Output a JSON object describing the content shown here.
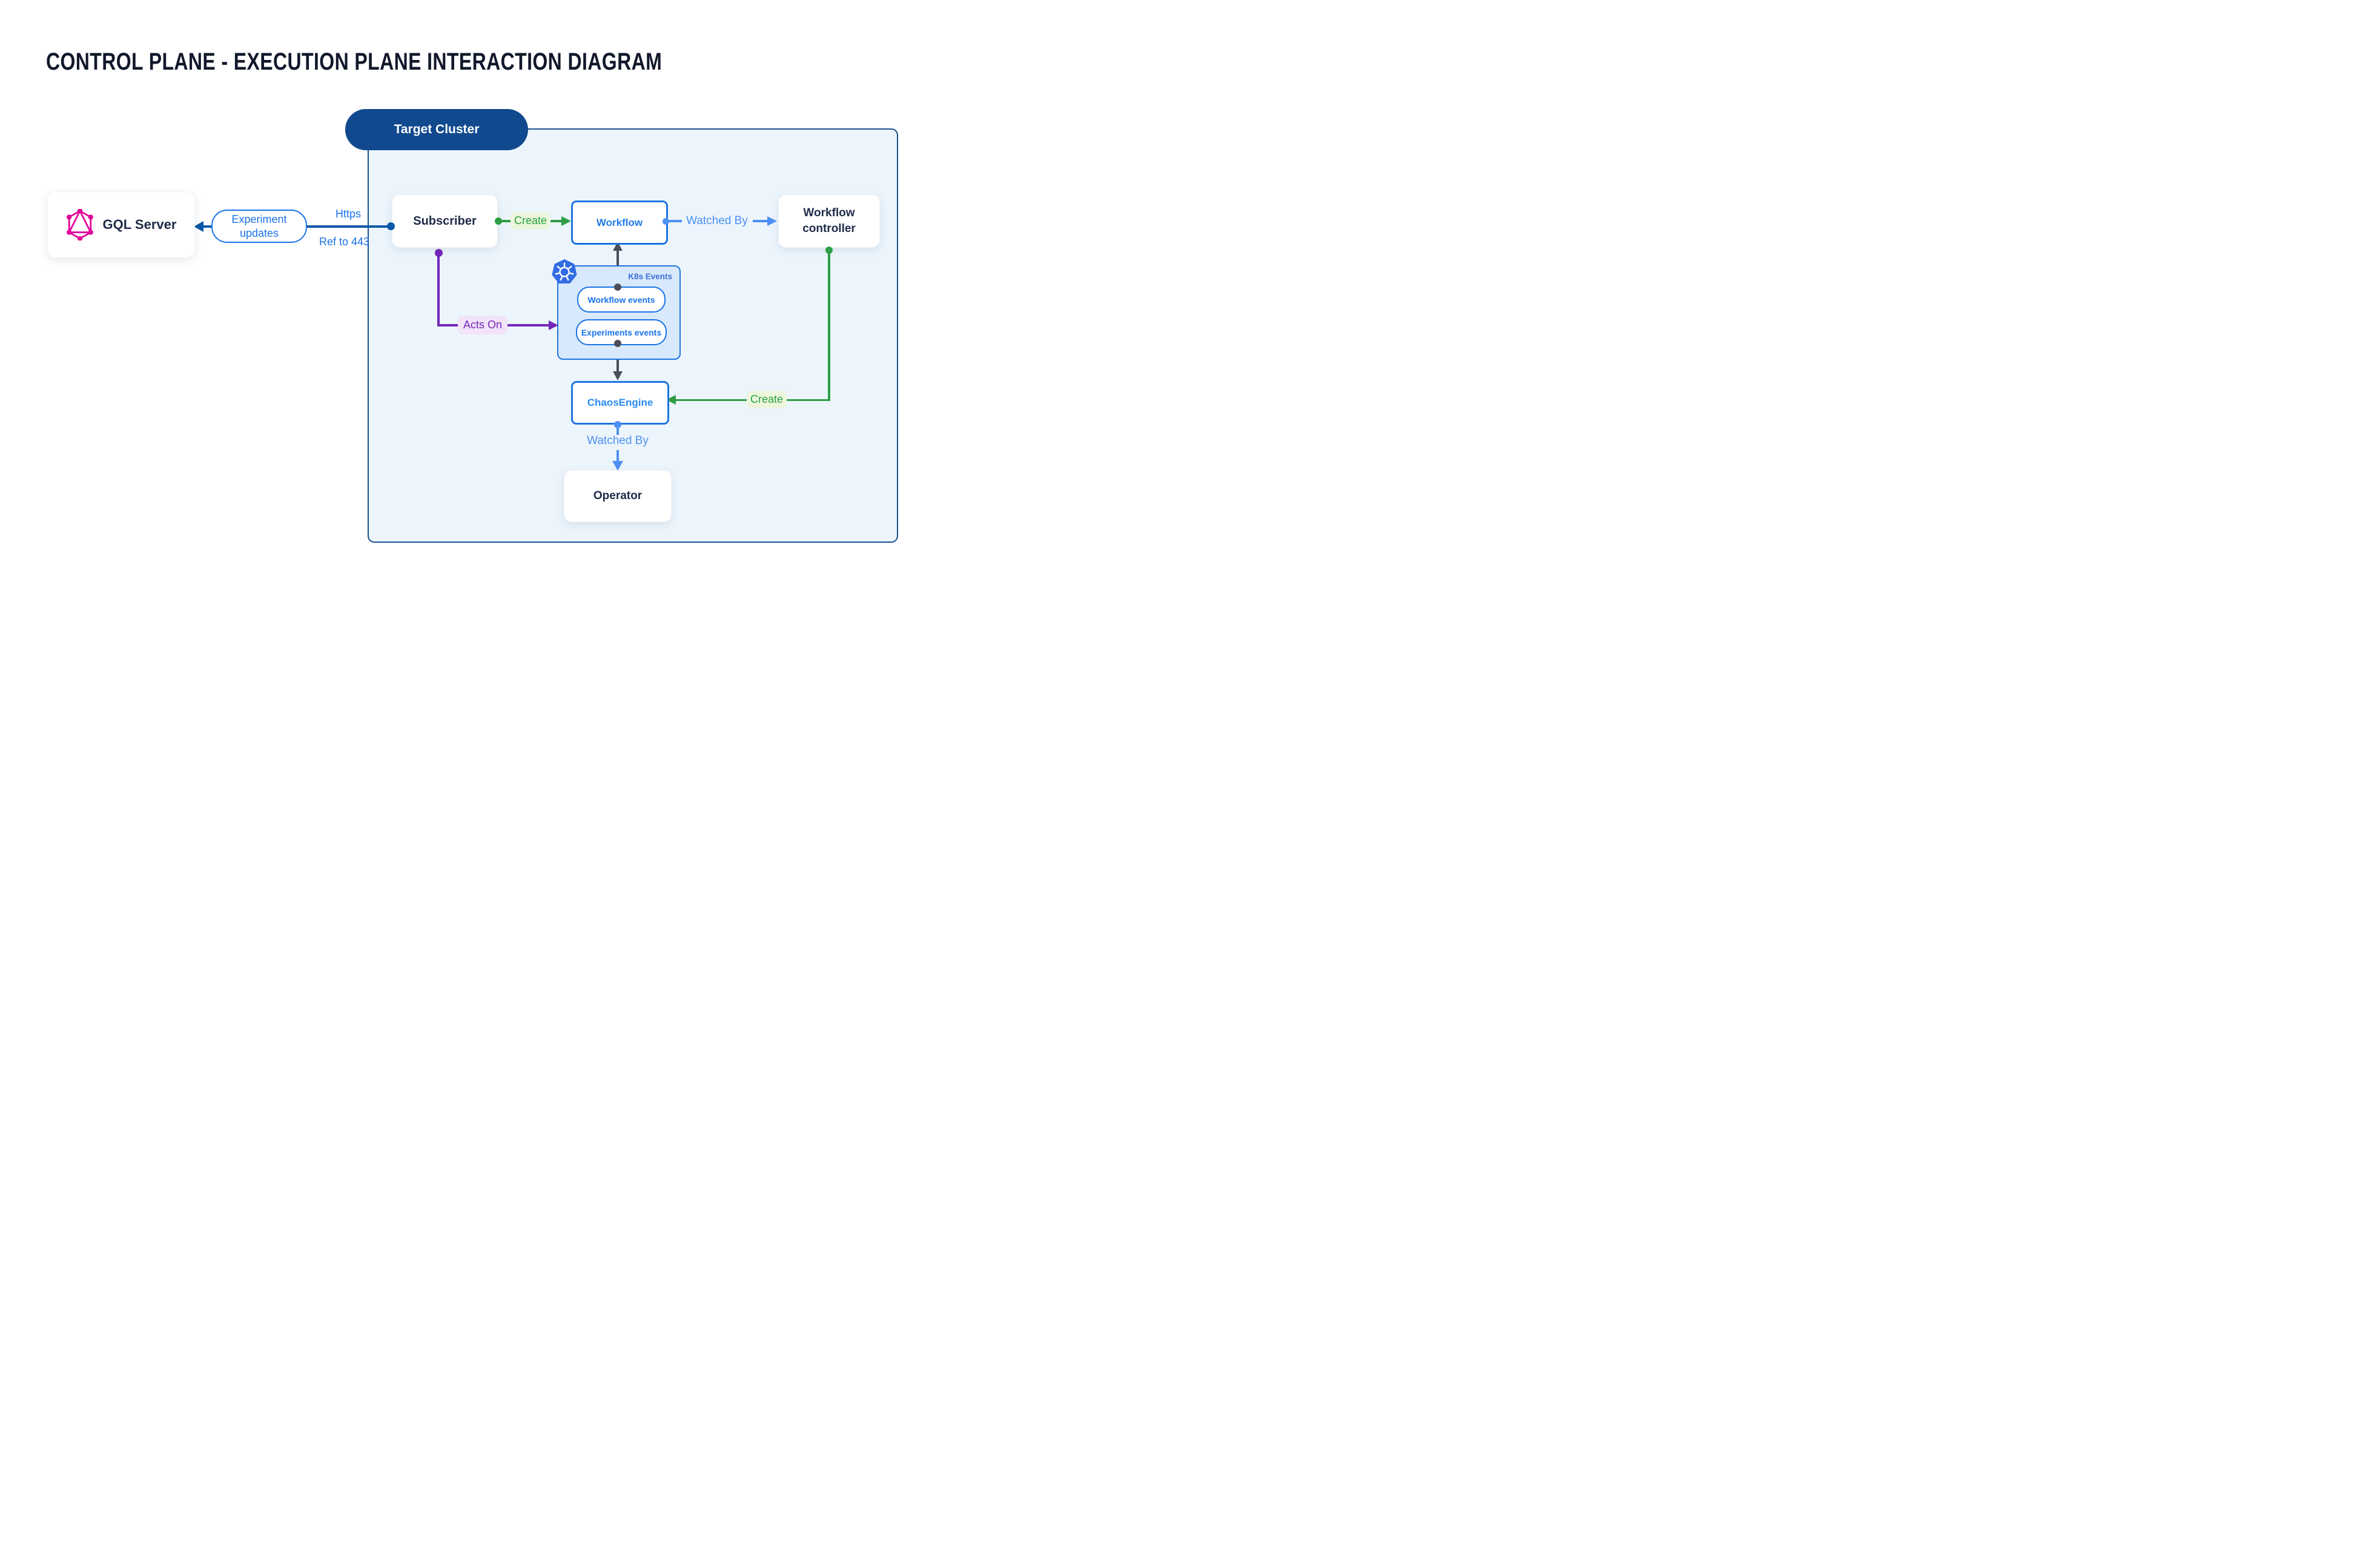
{
  "title": "CONTROL PLANE - EXECUTION PLANE INTERACTION DIAGRAM",
  "cluster": {
    "label": "Target Cluster"
  },
  "nodes": {
    "gql_server": {
      "label": "GQL Server",
      "icon": "graphql-icon"
    },
    "subscriber": {
      "label": "Subscriber"
    },
    "workflow": {
      "label": "Workflow"
    },
    "workflow_controller": {
      "label": "Workflow controller"
    },
    "chaos_engine": {
      "label": "ChaosEngine"
    },
    "operator": {
      "label": "Operator"
    },
    "k8s_events": {
      "label": "K8s Events",
      "icon": "kubernetes-icon",
      "pills": {
        "workflow_events": "Workflow events",
        "experiments_events": "Experiments events"
      }
    }
  },
  "edges": {
    "experiment_updates": "Experiment updates",
    "https": "Https",
    "ref_443": "Ref to 443",
    "create_workflow": "Create",
    "watched_by_workflow": "Watched By",
    "acts_on": "Acts On",
    "create_chaos": "Create",
    "watched_by_chaos": "Watched By"
  },
  "colors": {
    "blue": "#1a73e8",
    "dark_blue": "#0b58a8",
    "light_blue": "#4f90f4",
    "green": "#2f9e44",
    "green_text": "#27a33f",
    "purple": "#7327b8",
    "navy_text": "#1f2b48",
    "cluster_border": "#17508f",
    "cluster_fill": "#ecf5fc",
    "k8s_fill": "#d8e9fb",
    "pill_green_bg": "#edf6dd",
    "pill_purple_bg": "#f2e3f8",
    "target_pill_bg": "#11498e",
    "graphql_pink": "#e10098",
    "kubernetes_blue": "#326ce5",
    "gray": "#4b4e59"
  }
}
